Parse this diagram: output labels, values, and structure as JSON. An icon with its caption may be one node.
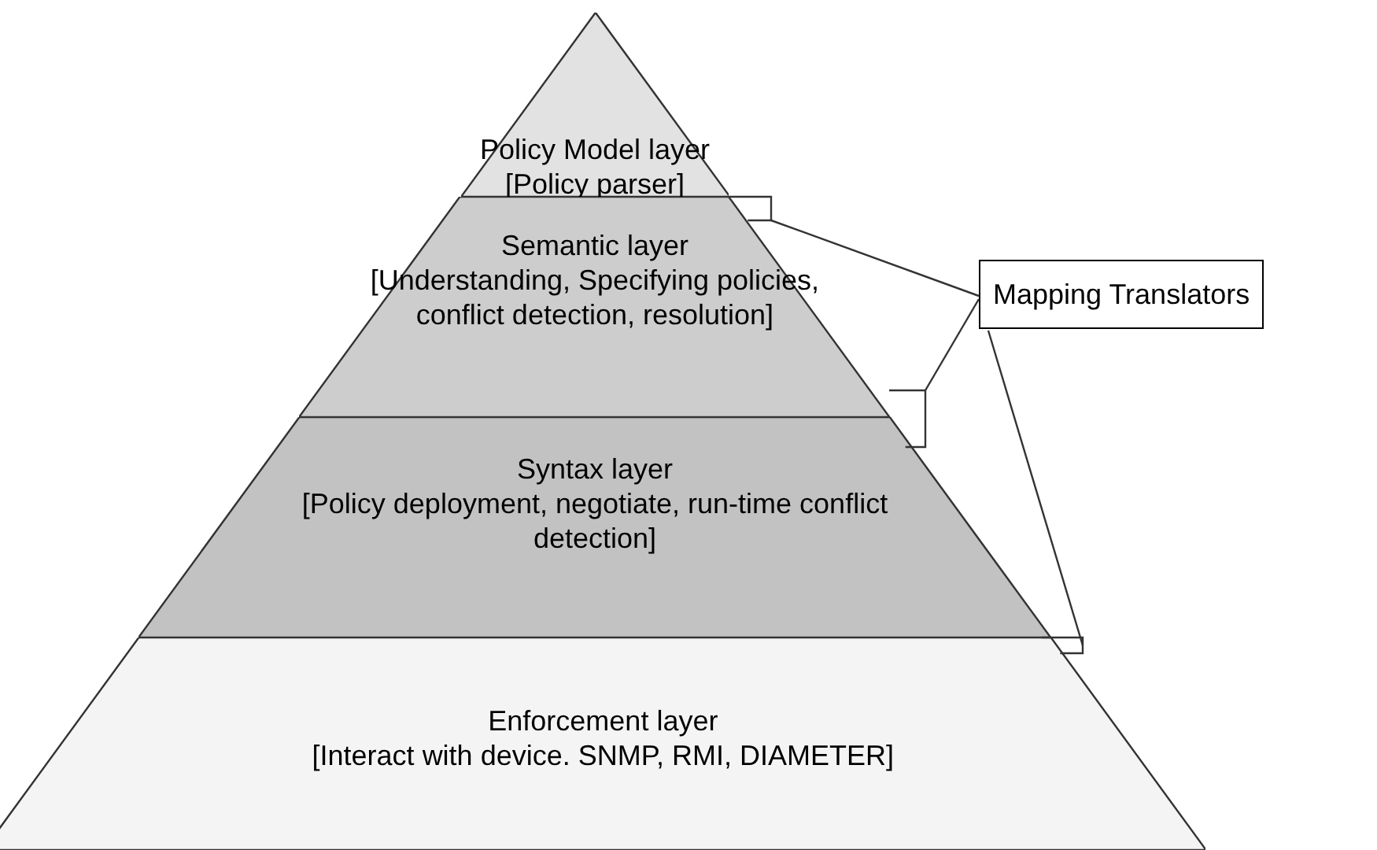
{
  "diagram": {
    "nodes": [
      {
        "text": [
          "Policy Model layer",
          "[Policy parser]"
        ]
      },
      {
        "text": [
          "Semantic layer",
          "[Understanding, Specifying policies, conflict detection, resolution]"
        ]
      },
      {
        "text": [
          "Syntax layer",
          "[Policy deployment, negotiate, run-time conflict detection]"
        ]
      },
      {
        "text": [
          "Enforcement layer",
          "[Interact with device. SNMP, RMI, DIAMETER]"
        ]
      },
      {
        "text": [
          "Mapping Translators"
        ]
      },
      {
        "text": [],
        "shape": "bracket"
      },
      {
        "text": [],
        "shape": "bracket"
      },
      {
        "text": [],
        "shape": "bracket"
      }
    ],
    "edges": [
      {
        "from": 4,
        "to": 5,
        "arrow": "none"
      },
      {
        "from": 4,
        "to": 6,
        "arrow": "none"
      },
      {
        "from": 4,
        "to": 7,
        "arrow": "none"
      }
    ]
  }
}
